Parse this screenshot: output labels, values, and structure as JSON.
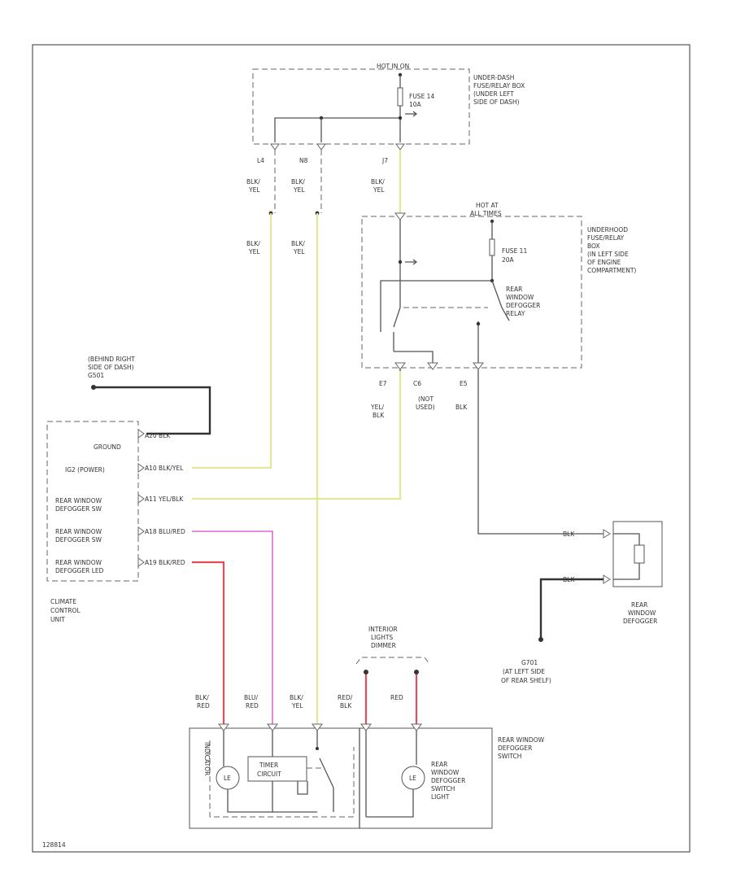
{
  "labels": {
    "hot_in_on": "HOT IN ON",
    "fuse_14": "FUSE 14",
    "fuse_14_amps": "10A",
    "underdash_box": [
      "UNDER-DASH",
      "FUSE/RELAY BOX",
      "(UNDER LEFT",
      "SIDE OF DASH)"
    ],
    "pin_l4": "L4",
    "pin_n8": "N8",
    "pin_j7": "J7",
    "wire_blk_yel": [
      "BLK/",
      "YEL"
    ],
    "hot_at_all_times": [
      "HOT AT",
      "ALL TIMES"
    ],
    "fuse_11": "FUSE 11",
    "fuse_11_amps": "20A",
    "underhood_box": [
      "UNDERHOOD",
      "FUSE/RELAY",
      "BOX",
      "(IN LEFT SIDE",
      "OF ENGINE",
      "COMPARTMENT)"
    ],
    "relay": [
      "REAR",
      "WINDOW",
      "DEFOGGER",
      "RELAY"
    ],
    "pin_e7": "E7",
    "pin_c6": "C6",
    "pin_e5": "E5",
    "wire_yel_blk": [
      "YEL/",
      "BLK"
    ],
    "not_used": [
      "(NOT",
      "USED)"
    ],
    "wire_blk": "BLK",
    "ground_loc": [
      "(BEHIND RIGHT",
      "SIDE OF DASH)"
    ],
    "ground_id": "G501",
    "ccu_rows": [
      "GROUND",
      "IG2 (POWER)",
      "REAR WINDOW DEFOGGER SW",
      "REAR WINDOW DEFOGGER SW",
      "REAR WINDOW DEFOGGER LED"
    ],
    "ccu_wires": [
      "A20 BLK",
      "A10 BLK/YEL",
      "A11 YEL/BLK",
      "A18 BLU/RED",
      "A19 BLK/RED"
    ],
    "ccu_name": [
      "CLIMATE",
      "CONTROL",
      "UNIT"
    ],
    "defogger_wire_1": "BLK",
    "defogger_wire_2": "BLK",
    "defogger_name": [
      "REAR",
      "WINDOW",
      "DEFOGGER"
    ],
    "ground_g701": "G701",
    "ground_g701_loc": [
      "(AT LEFT SIDE",
      "OF REAR SHELF)"
    ],
    "dimmer": [
      "INTERIOR",
      "LIGHTS",
      "DIMMER"
    ],
    "sw_wires": [
      [
        "BLK/",
        "RED"
      ],
      [
        "BLU/",
        "RED"
      ],
      [
        "BLK/",
        "YEL"
      ],
      [
        "RED/",
        "BLK"
      ],
      [
        "RED"
      ]
    ],
    "indicator": "INDICATOR",
    "timer": [
      "TIMER",
      "CIRCUIT"
    ],
    "sw_light": [
      "REAR",
      "WINDOW",
      "DEFOGGER",
      "SWITCH",
      "LIGHT"
    ],
    "switch_name": [
      "REAR WINDOW",
      "DEFOGGER",
      "SWITCH"
    ],
    "footer_id": "128814"
  }
}
